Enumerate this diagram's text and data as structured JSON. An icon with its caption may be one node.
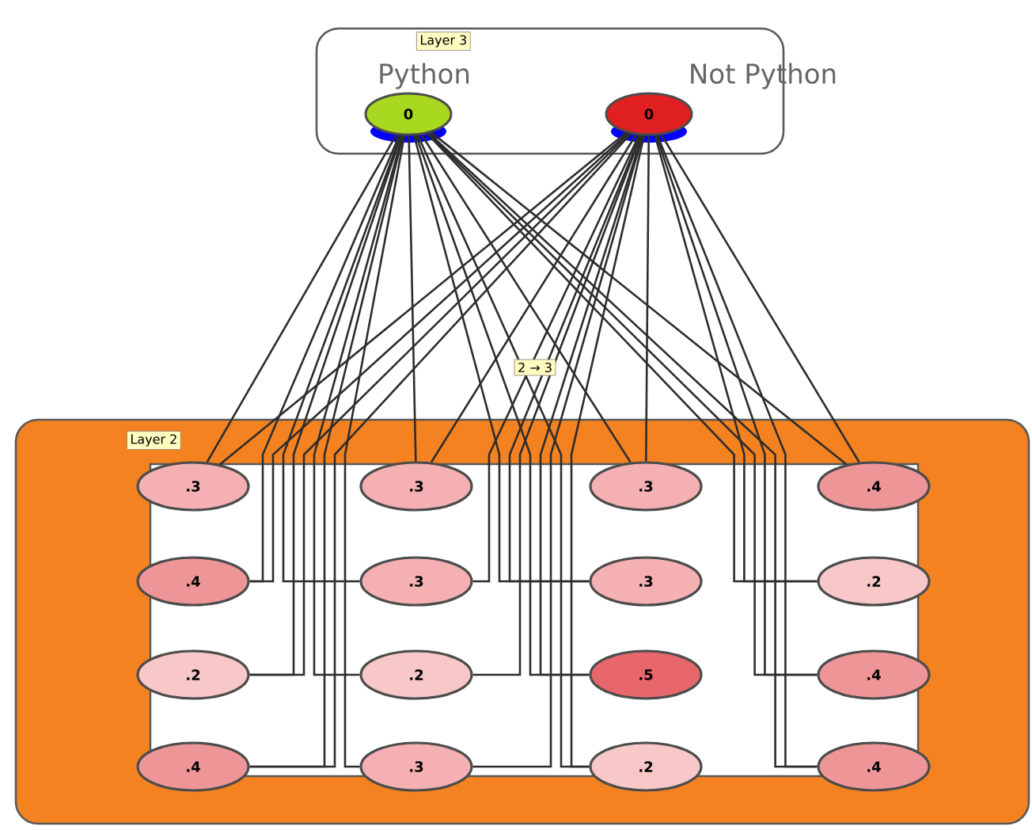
{
  "diagram": {
    "nodes": [
      {
        "text": [
          "Layer 3"
        ]
      },
      {
        "text": [
          "Python",
          "0"
        ],
        "in": 0
      },
      {
        "text": [
          "Not Python",
          "0"
        ],
        "in": 0
      },
      {
        "text": [
          "Layer 2"
        ]
      },
      {
        "text": [
          ".3"
        ],
        "in": 3
      },
      {
        "text": [
          ".3"
        ],
        "in": 3
      },
      {
        "text": [
          ".3"
        ],
        "in": 3
      },
      {
        "text": [
          ".4"
        ],
        "in": 3
      },
      {
        "text": [
          ".4"
        ],
        "in": 3
      },
      {
        "text": [
          ".3"
        ],
        "in": 3
      },
      {
        "text": [
          ".3"
        ],
        "in": 3
      },
      {
        "text": [
          ".2"
        ],
        "in": 3
      },
      {
        "text": [
          ".2"
        ],
        "in": 3
      },
      {
        "text": [
          ".2"
        ],
        "in": 3
      },
      {
        "text": [
          ".5"
        ],
        "in": 3
      },
      {
        "text": [
          ".4"
        ],
        "in": 3
      },
      {
        "text": [
          ".4"
        ],
        "in": 3
      },
      {
        "text": [
          ".3"
        ],
        "in": 3
      },
      {
        "text": [
          ".2"
        ],
        "in": 3
      },
      {
        "text": [
          ".4"
        ],
        "in": 3
      }
    ],
    "edges": [
      {
        "from": 4,
        "to": 1,
        "arrow": "none"
      },
      {
        "from": 4,
        "to": 2,
        "arrow": "none"
      },
      {
        "from": 5,
        "to": 1,
        "arrow": "none"
      },
      {
        "from": 5,
        "to": 2,
        "arrow": "none"
      },
      {
        "from": 6,
        "to": 1,
        "arrow": "none"
      },
      {
        "from": 6,
        "to": 2,
        "arrow": "none"
      },
      {
        "from": 7,
        "to": 1,
        "arrow": "none"
      },
      {
        "from": 7,
        "to": 2,
        "arrow": "none"
      },
      {
        "from": 8,
        "to": 1,
        "arrow": "none"
      },
      {
        "from": 8,
        "to": 2,
        "arrow": "none"
      },
      {
        "from": 9,
        "to": 1,
        "arrow": "none"
      },
      {
        "from": 9,
        "to": 2,
        "arrow": "none"
      },
      {
        "from": 10,
        "to": 1,
        "arrow": "none"
      },
      {
        "from": 10,
        "to": 2,
        "arrow": "none"
      },
      {
        "from": 11,
        "to": 1,
        "arrow": "none"
      },
      {
        "from": 11,
        "to": 2,
        "arrow": "none"
      },
      {
        "from": 12,
        "to": 1,
        "arrow": "none"
      },
      {
        "from": 12,
        "to": 2,
        "arrow": "none"
      },
      {
        "from": 13,
        "to": 1,
        "arrow": "none"
      },
      {
        "from": 13,
        "to": 2,
        "arrow": "none"
      },
      {
        "from": 14,
        "to": 1,
        "arrow": "none"
      },
      {
        "from": 14,
        "to": 2,
        "arrow": "none"
      },
      {
        "from": 15,
        "to": 1,
        "arrow": "none"
      },
      {
        "from": 15,
        "to": 2,
        "arrow": "none"
      },
      {
        "from": 16,
        "to": 1,
        "arrow": "none"
      },
      {
        "from": 16,
        "to": 2,
        "arrow": "none"
      },
      {
        "from": 17,
        "to": 1,
        "arrow": "none"
      },
      {
        "from": 17,
        "to": 2,
        "arrow": "none"
      },
      {
        "from": 18,
        "to": 1,
        "arrow": "none"
      },
      {
        "from": 18,
        "to": 2,
        "arrow": "none"
      },
      {
        "from": 19,
        "to": 1,
        "arrow": "none"
      },
      {
        "from": 19,
        "to": 2,
        "arrow": "none"
      }
    ],
    "labels": [
      "2 → 3"
    ]
  }
}
